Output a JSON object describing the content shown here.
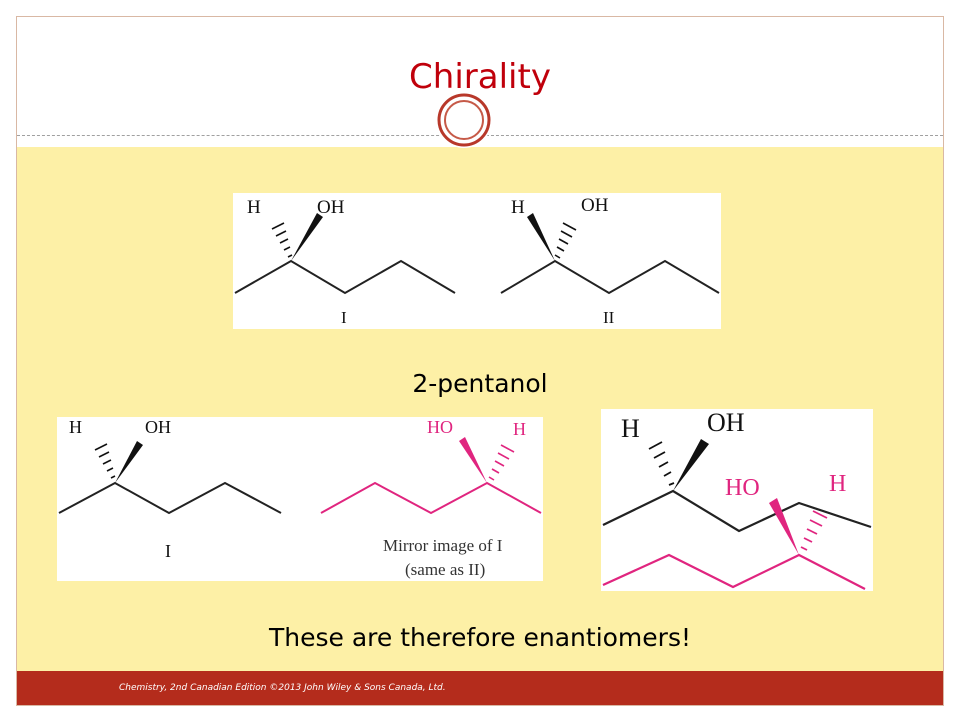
{
  "slide": {
    "title": "Chirality",
    "compound_name": "2-pentanol",
    "conclusion": "These are therefore enantiomers!",
    "footer": "Chemistry, 2nd Canadian Edition ©2013 John Wiley & Sons Canada, Ltd."
  },
  "figure_top": {
    "left": {
      "h": "H",
      "oh": "OH",
      "numeral": "I"
    },
    "right": {
      "h": "H",
      "oh": "OH",
      "numeral": "II"
    }
  },
  "figure_mirror": {
    "left": {
      "h": "H",
      "oh": "OH",
      "numeral": "I"
    },
    "right": {
      "ho": "HO",
      "h": "H",
      "caption_line1": "Mirror image of I",
      "caption_line2": "(same as II)"
    }
  },
  "figure_overlay": {
    "black": {
      "h": "H",
      "oh": "OH"
    },
    "pink": {
      "ho": "HO",
      "h": "H"
    }
  },
  "colors": {
    "title": "#c0000b",
    "content_bg": "#fdf0a6",
    "footer_bg": "#b42c1c",
    "mirror_molecule": "#e0257f"
  }
}
